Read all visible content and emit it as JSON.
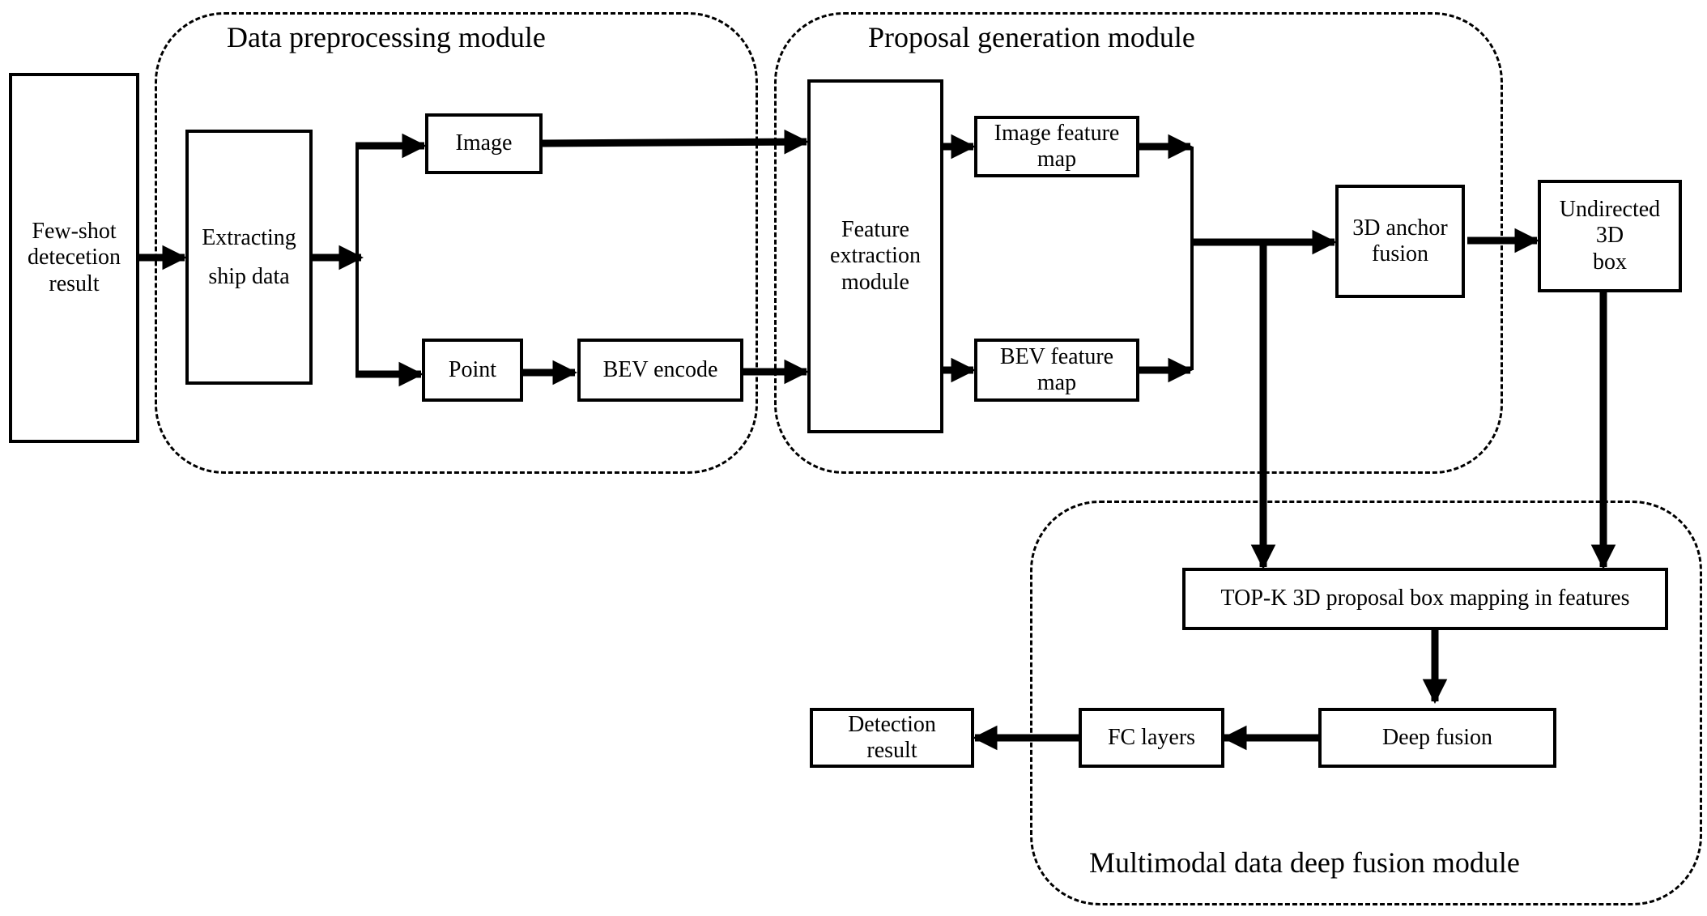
{
  "regions": {
    "preprocessing": "Data preprocessing module",
    "proposal": "Proposal generation module",
    "fusion": "Multimodal data deep fusion module"
  },
  "nodes": {
    "fewshot": "Few-shot\ndetecetion\nresult",
    "extract": "Extracting\nship  data",
    "image": "Image",
    "point": "Point",
    "bev_encode": "BEV encode",
    "feature_extraction": "Feature\nextraction\nmodule",
    "image_feature": "Image feature\nmap",
    "bev_feature": "BEV feature\nmap",
    "anchor_fusion": "3D anchor\nfusion",
    "undirected": "Undirected\n3D\nbox",
    "topk": "TOP-K 3D proposal box mapping in features",
    "deep_fusion": "Deep fusion",
    "fc_layers": "FC layers",
    "detection": "Detection\nresult"
  },
  "colors": {
    "ink": "#000000",
    "background": "#ffffff"
  }
}
